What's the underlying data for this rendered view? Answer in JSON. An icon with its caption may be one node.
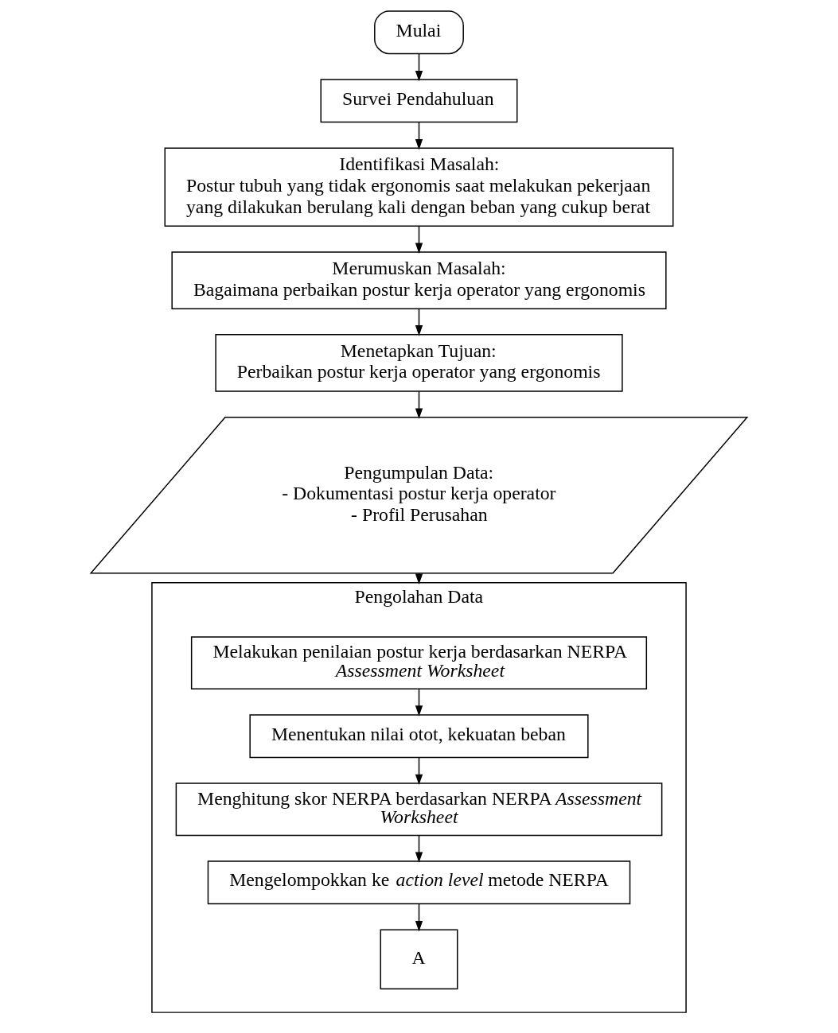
{
  "diagram": {
    "nodes": [
      {
        "text": [
          "Mulai"
        ]
      },
      {
        "text": [
          "Survei Pendahuluan"
        ]
      },
      {
        "text": [
          "Identifikasi Masalah:",
          "Postur tubuh yang tidak ergonomis saat melakukan pekerjaan yang dilakukan berulang kali dengan beban yang cukup berat"
        ]
      },
      {
        "text": [
          "Merumuskan Masalah:",
          "Bagaimana perbaikan postur kerja operator yang ergonomis"
        ]
      },
      {
        "text": [
          "Menetapkan Tujuan:",
          "Perbaikan postur kerja operator yang ergonomis"
        ]
      },
      {
        "text": [
          "Pengumpulan Data:",
          "- Dokumentasi postur kerja operator",
          "- Profil Perusahan"
        ]
      },
      {
        "text": [
          "Pengolahan Data"
        ]
      },
      {
        "text": [
          "Melakukan penilaian postur kerja berdasarkan NERPA *Assessment Worksheet*"
        ],
        "in": 6
      },
      {
        "text": [
          "Menentukan nilai otot, kekuatan beban"
        ],
        "in": 6
      },
      {
        "text": [
          "Menghitung skor NERPA berdasarkan NERPA *Assessment Worksheet*"
        ],
        "in": 6
      },
      {
        "text": [
          "Mengelompokkan ke *action level* metode NERPA"
        ],
        "in": 6
      },
      {
        "text": [
          "A"
        ],
        "in": 6
      }
    ],
    "edges": [
      {
        "from": 0,
        "to": 1,
        "arrow": "to"
      },
      {
        "from": 1,
        "to": 2,
        "arrow": "to"
      },
      {
        "from": 2,
        "to": 3,
        "arrow": "to"
      },
      {
        "from": 3,
        "to": 4,
        "arrow": "to"
      },
      {
        "from": 4,
        "to": 5,
        "arrow": "to"
      },
      {
        "from": 5,
        "to": 6,
        "arrow": "to"
      },
      {
        "from": 7,
        "to": 8,
        "arrow": "to"
      },
      {
        "from": 8,
        "to": 9,
        "arrow": "to"
      },
      {
        "from": 9,
        "to": 10,
        "arrow": "to"
      },
      {
        "from": 10,
        "to": 11,
        "arrow": "to"
      }
    ]
  }
}
